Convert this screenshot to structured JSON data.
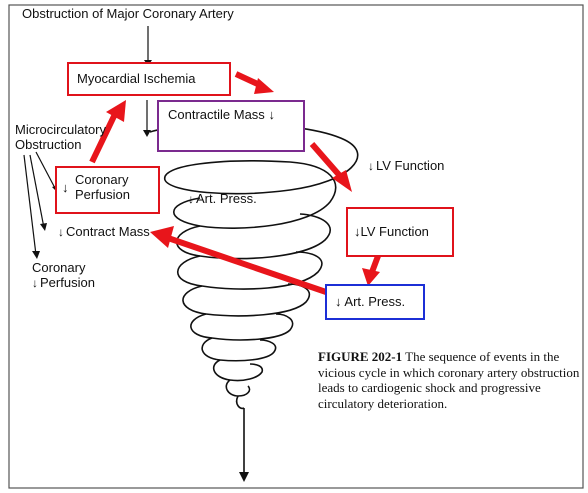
{
  "top_label": "Obstruction of Major Coronary Artery",
  "labels": {
    "myocardial_ischemia": "Myocardial Ischemia",
    "contractile_mass": "Contractile Mass",
    "microcirculatory": "Microcirculatory",
    "obstruction": "Obstruction",
    "coronary_perfusion_box_line1": "Coronary",
    "coronary_perfusion_box_line2": "Perfusion",
    "art_press_inner": "Art. Press.",
    "lv_function_plain": "LV Function",
    "lv_function_box": "LV Function",
    "contract_mass_lower": "Contract Mass",
    "coronary_perfusion_lower_line1": "Coronary",
    "coronary_perfusion_lower_line2": "Perfusion",
    "art_press_box": "Art. Press."
  },
  "caption": {
    "figure_id": "FIGURE 202-1",
    "text": "The sequence of events in the vicious cycle in which coronary artery obstruction leads to cardiogenic shock and progressive circulatory deterioration."
  },
  "colors": {
    "red_box": "#e0131b",
    "purple_box": "#7b2a8f",
    "blue_box": "#1c2fd6",
    "red_arrow": "#e8151b",
    "line": "#111111"
  }
}
